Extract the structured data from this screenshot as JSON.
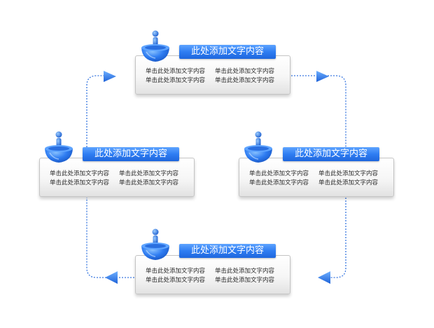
{
  "nodes": [
    {
      "title": "此处添加文字内容",
      "lines": [
        "单击此处添加文字内容",
        "单击此处添加文字内容",
        "单击此处添加文字内容",
        "单击此处添加文字内容"
      ]
    },
    {
      "title": "此处添加文字内容",
      "lines": [
        "单击此处添加文字内容",
        "单击此处添加文字内容",
        "单击此处添加文字内容",
        "单击此处添加文字内容"
      ]
    },
    {
      "title": "此处添加文字内容",
      "lines": [
        "单击此处添加文字内容",
        "单击此处添加文字内容",
        "单击此处添加文字内容",
        "单击此处添加文字内容"
      ]
    },
    {
      "title": "此处添加文字内容",
      "lines": [
        "单击此处添加文字内容",
        "单击此处添加文字内容",
        "单击此处添加文字内容",
        "单击此处添加文字内容"
      ]
    }
  ],
  "colors": {
    "accent": "#2f7df2",
    "connector": "#3a78e0"
  },
  "icons": [
    "user-bowl-icon",
    "triangle-arrow-icon"
  ]
}
